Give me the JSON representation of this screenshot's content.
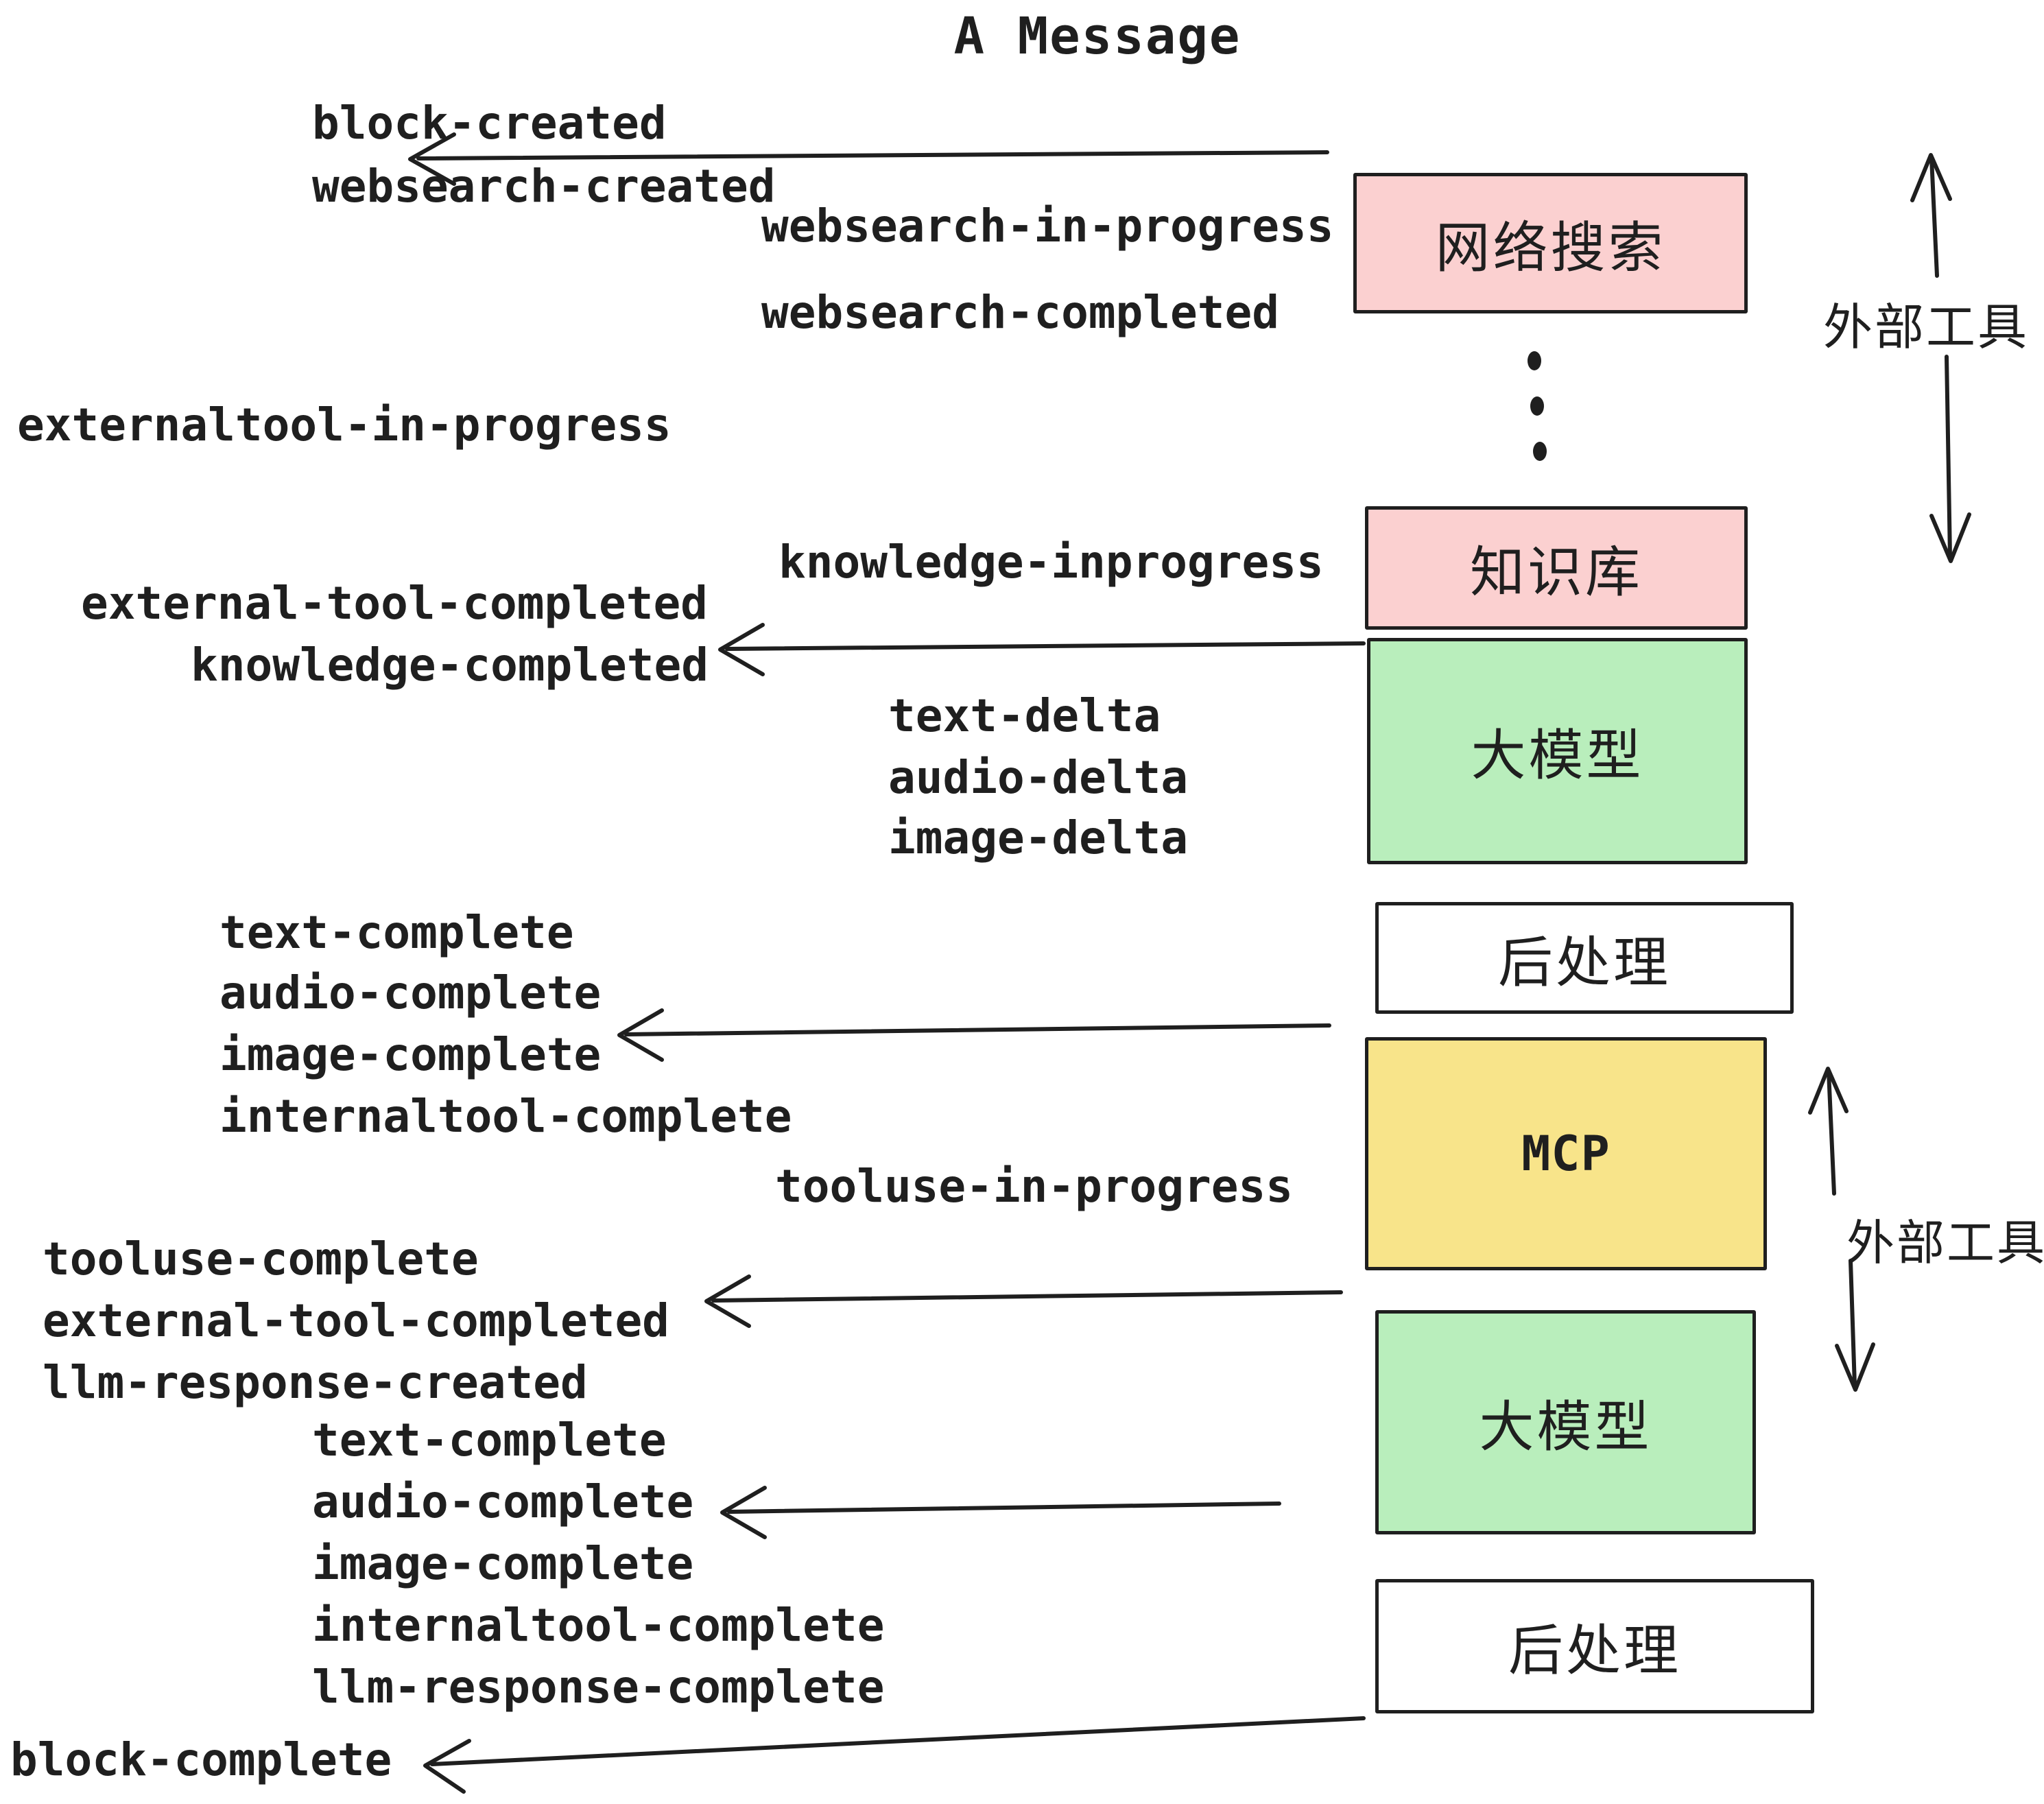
{
  "title": "A Message",
  "colors": {
    "ink": "#1f1f1f",
    "pink": "#fbd0d0",
    "green": "#b9eebc",
    "yellow": "#f8e48a",
    "white": "#ffffff"
  },
  "event_labels": [
    {
      "text": "block-created"
    },
    {
      "text": "websearch-created"
    },
    {
      "text": "websearch-in-progress"
    },
    {
      "text": "websearch-completed"
    },
    {
      "text": "externaltool-in-progress"
    },
    {
      "text": "knowledge-inprogress"
    },
    {
      "text": "external-tool-completed"
    },
    {
      "text": "knowledge-completed"
    },
    {
      "text": "text-delta"
    },
    {
      "text": "audio-delta"
    },
    {
      "text": "image-delta"
    },
    {
      "text": "text-complete"
    },
    {
      "text": "audio-complete"
    },
    {
      "text": "image-complete"
    },
    {
      "text": "internaltool-complete"
    },
    {
      "text": "tooluse-in-progress"
    },
    {
      "text": "tooluse-complete"
    },
    {
      "text": "external-tool-completed"
    },
    {
      "text": "llm-response-created"
    },
    {
      "text": "text-complete"
    },
    {
      "text": "audio-complete"
    },
    {
      "text": "image-complete"
    },
    {
      "text": "internaltool-complete"
    },
    {
      "text": "llm-response-complete"
    },
    {
      "text": "block-complete"
    }
  ],
  "boxes": [
    {
      "label": "网络搜索",
      "fill": "pink"
    },
    {
      "label": "知识库",
      "fill": "pink"
    },
    {
      "label": "大模型",
      "fill": "green"
    },
    {
      "label": "后处理",
      "fill": "white"
    },
    {
      "label": "MCP",
      "fill": "yellow"
    },
    {
      "label": "大模型",
      "fill": "green"
    },
    {
      "label": "后处理",
      "fill": "white"
    }
  ],
  "side_annotations": [
    {
      "text": "外部工具"
    },
    {
      "text": "外部工具"
    }
  ],
  "icons": {
    "vertical_ellipsis": "⋮"
  }
}
